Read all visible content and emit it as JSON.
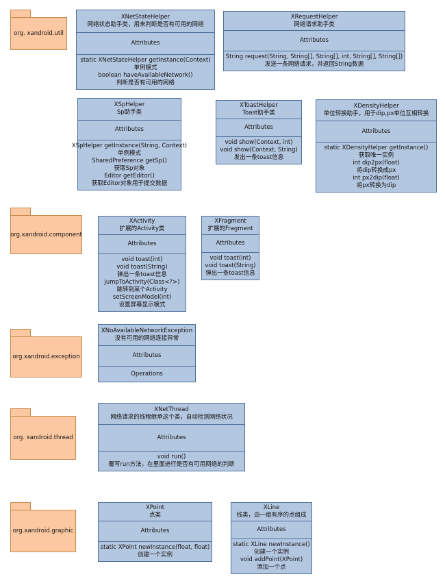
{
  "packages": {
    "util": "org. xandroid.util",
    "component": "org.xandroid.component",
    "exception": "org.xandroid.exception",
    "thread": "org. xandroid.thread",
    "graphic": "org.xandroid.graphic"
  },
  "attributes_label": "Attributes",
  "operations_label": "Operations",
  "classes": {
    "netstate": {
      "name": "XNetStateHelper",
      "desc": "网络状态助手类，用来判断是否有可用的网络",
      "ops": [
        "static XNetStateHelper getInstance(Context)",
        "单例模式",
        "boolean haveAvailableNetwork()",
        "判断是否有可用的网络"
      ]
    },
    "request": {
      "name": "XRequestHelper",
      "desc": "网络请求助手类",
      "ops": [
        "String request(String, String[], String[], int, String[], String[])",
        "发送一条网络请求，并返回String数据"
      ]
    },
    "sp": {
      "name": "XSpHelper",
      "desc": "Sp助手类",
      "ops": [
        "XSpHelper getInstance(String, Context)",
        "单例模式",
        "SharedPreference  getSp()",
        "获取Sp对象",
        "Editor getEditor()",
        "获取Editor对象用于提交数据"
      ]
    },
    "toast": {
      "name": "XToastHelper",
      "desc": "Toast助手类",
      "ops": [
        "void show(Context, int)",
        "void show(Context, String)",
        "发出一条toast信息"
      ]
    },
    "density": {
      "name": "XDensityHelper",
      "desc": "单位转换助手，用于dip,px单位互相转换",
      "ops": [
        "static XDensityHelper getInstance()",
        "获取唯一实例",
        "int dip2px(float)",
        "将dip转换成px",
        "int px2dip(float)",
        "将px转换为dip"
      ]
    },
    "activity": {
      "name": "XActivity",
      "desc": "扩展的Activity类",
      "ops": [
        "void toast(int)",
        "void toast(String)",
        "弹出一条toast信息",
        "jumpToActivity(Class<?>)",
        "跳转到某个Activity",
        "setScreenModel(int)",
        "设置屏幕显示模式"
      ]
    },
    "fragment": {
      "name": "XFragment",
      "desc": "扩展的Fragment",
      "ops": [
        "void toast(int)",
        "void toast(String)",
        "弹出一条toast信息"
      ]
    },
    "exception": {
      "name": "XNoAvailableNetworkException",
      "desc": "没有可用的网络连接异常"
    },
    "thread": {
      "name": "XNetThread",
      "desc": "网络请求的线程继承这个类，自动检测网络状况",
      "ops": [
        "void run()",
        "覆写run方法，在里面进行是否有可用网络的判断"
      ]
    },
    "point": {
      "name": "XPoint",
      "desc": "点类",
      "ops": [
        "static XPoint newInstance(float, float)",
        "创建一个实例"
      ]
    },
    "xline": {
      "name": "XLine",
      "desc": "线类，由一组有序的点组成",
      "ops": [
        "static XLine newInstance()",
        "创建一个实例",
        "void addPoint(XPoint)",
        "添加一个点"
      ]
    }
  }
}
